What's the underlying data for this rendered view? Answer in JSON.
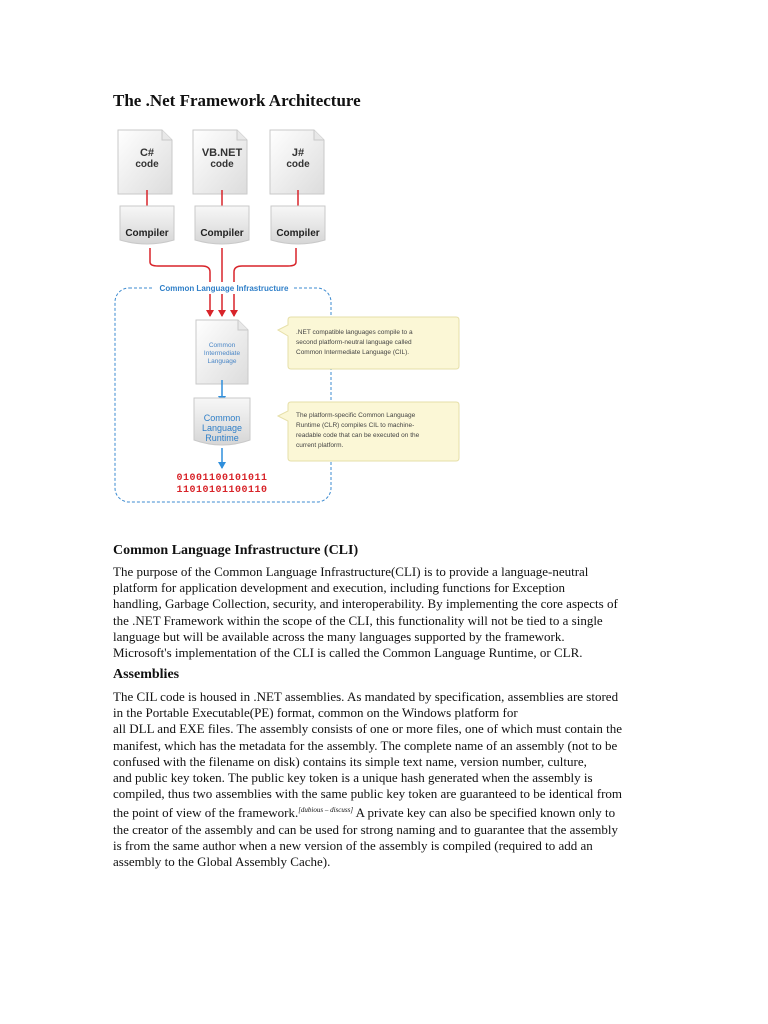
{
  "title": "The .Net Framework Architecture",
  "diagram": {
    "sources": [
      {
        "line1": "C#",
        "line2": "code"
      },
      {
        "line1": "VB.NET",
        "line2": "code"
      },
      {
        "line1": "J#",
        "line2": "code"
      }
    ],
    "compiler_label": "Compiler",
    "cli_label": "Common Language Infrastructure",
    "cil_lines": [
      "Common",
      "Intermediate",
      "Language"
    ],
    "clr_lines": [
      "Common",
      "Language",
      "Runtime"
    ],
    "note_cil": [
      ".NET compatible languages compile to a",
      "second platform-neutral language called",
      "Common Intermediate Language (CIL)."
    ],
    "note_clr": [
      "The platform-specific Common Language",
      "Runtime (CLR) compiles CIL to machine-",
      "readable code that can be executed on the",
      "current platform."
    ],
    "binary": [
      "01001100101011",
      "11010101100110"
    ],
    "colors": {
      "arrow_red": "#d8242a",
      "arrow_blue": "#2f8fdc",
      "cli_blue": "#2f7fc8",
      "note_bg": "#fbf7d6"
    }
  },
  "sections": [
    {
      "heading": "Common Language Infrastructure (CLI)",
      "lines": [
        "The purpose of the Common Language Infrastructure(CLI) is to provide a language-neutral",
        "platform for application development and execution, including functions for Exception",
        "handling, Garbage Collection, security, and interoperability. By implementing the core aspects of",
        "the .NET Framework within the scope of the CLI, this functionality will not be tied to a single",
        "language but will be available across the many languages supported by the framework.",
        "Microsoft's implementation of the CLI is called the Common Language Runtime, or CLR."
      ]
    },
    {
      "heading": "Assemblies",
      "lines": [
        "The CIL code is housed in .NET assemblies. As mandated by specification, assemblies are stored",
        "in the Portable Executable(PE) format, common on the Windows platform for",
        "all DLL and EXE files. The assembly consists of one or more files, one of which must contain the",
        "manifest, which has the metadata for the assembly. The complete name of an assembly (not to be",
        "confused with the filename on disk) contains its simple text name, version number, culture,",
        "and public key token. The public key token is a unique hash generated when the assembly is",
        "compiled, thus two assemblies with the same public key token are guaranteed to be identical from"
      ],
      "sup_line_before": "the point of view of the framework.",
      "sup_text": "[dubious – discuss]",
      "sup_line_after": " A private key can also be specified known only to",
      "lines_after": [
        "the creator of the assembly and can be used for strong naming and to guarantee that the assembly",
        "is from the same author when a new version of the assembly is compiled (required to add an",
        "assembly to the Global Assembly Cache)."
      ]
    }
  ]
}
